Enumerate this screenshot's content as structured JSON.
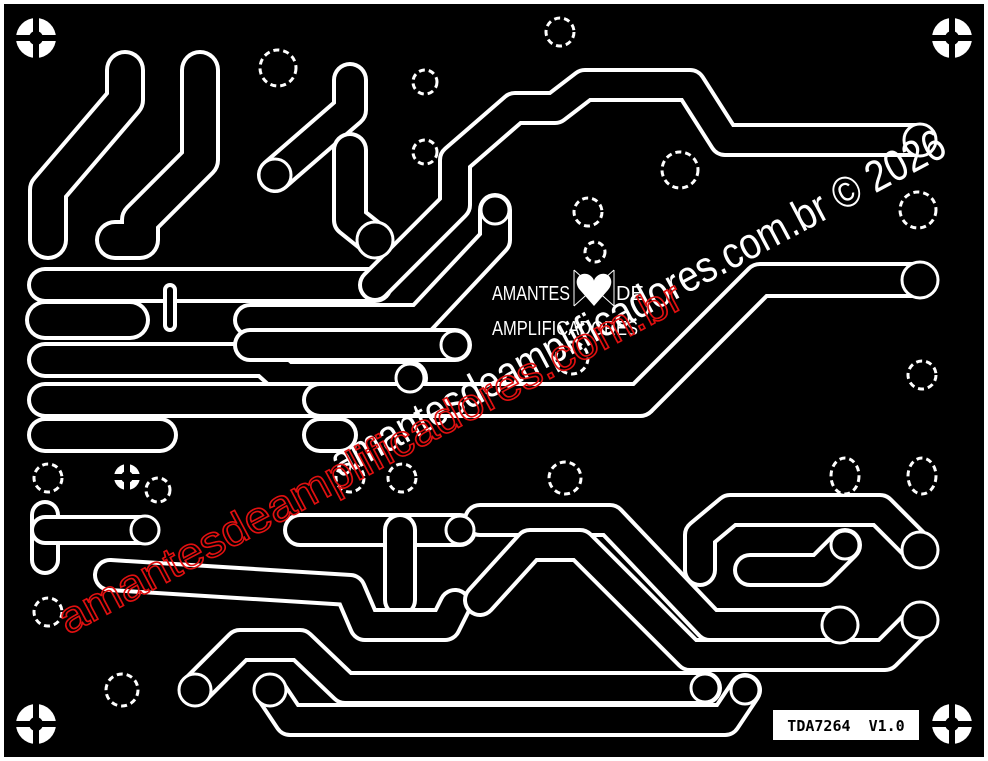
{
  "board": {
    "version_label": "TDA7264  V1.0",
    "logo_line1": "AMANTES",
    "logo_line1b": "DE",
    "logo_line2": "AMPLIFICADORES",
    "watermark_red": "amantesdeamplificadores.com.br",
    "watermark_white": "amantesdeamplificadores.com.br © 2026"
  },
  "colors": {
    "background": "#000000",
    "copper": "#ffffff",
    "watermark": "#e01010"
  }
}
